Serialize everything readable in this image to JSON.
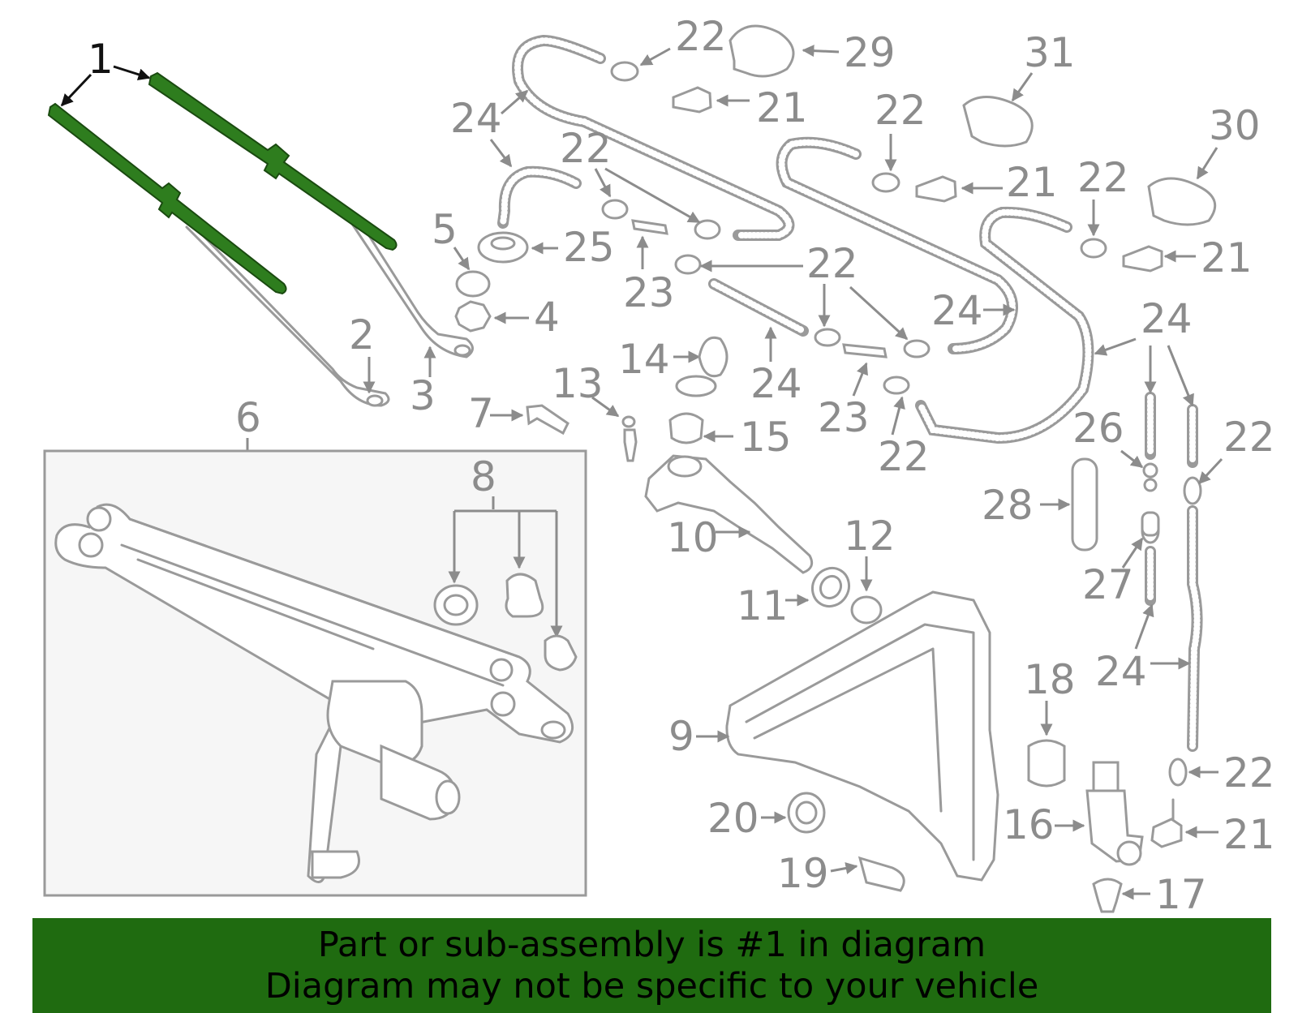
{
  "diagram": {
    "highlight_color": "#2e7d1e",
    "line_color": "#9a9a9a",
    "callouts": {
      "c1": "1",
      "c2": "2",
      "c3": "3",
      "c4": "4",
      "c5": "5",
      "c6": "6",
      "c7": "7",
      "c8": "8",
      "c9": "9",
      "c10": "10",
      "c11": "11",
      "c12": "12",
      "c13": "13",
      "c14": "14",
      "c15": "15",
      "c16": "16",
      "c17": "17",
      "c18": "18",
      "c19": "19",
      "c20": "20",
      "c21": "21",
      "c23": "23",
      "c24": "24",
      "c25": "25",
      "c26": "26",
      "c27": "27",
      "c28": "28",
      "c29": "29",
      "c30": "30",
      "c31": "31",
      "c22": "22"
    }
  },
  "banner": {
    "line1": "Part or sub-assembly is #1 in diagram",
    "line2": "Diagram may not be specific to your vehicle",
    "background": "#1f6b10"
  }
}
